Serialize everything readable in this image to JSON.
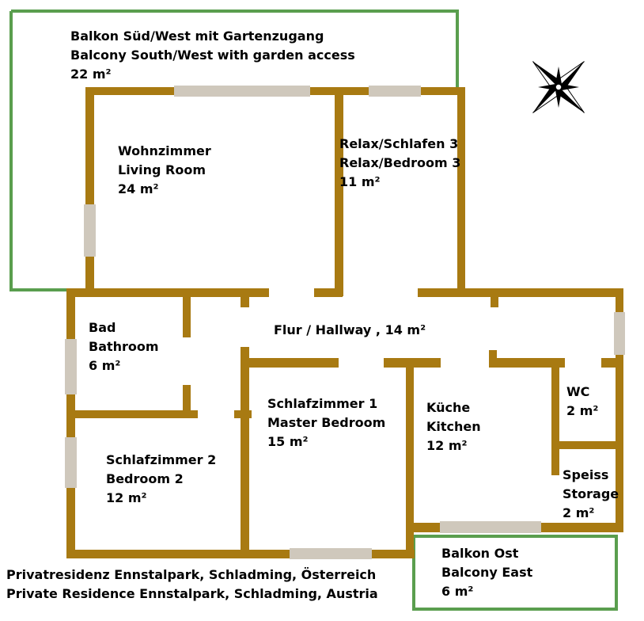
{
  "colors": {
    "wall": "#a87a12",
    "balcony_border": "#5a9e4e",
    "window": "#cfc8bc",
    "text": "#000000"
  },
  "rooms": {
    "balkon_sw": {
      "name_de": "Balkon Süd/West mit Gartenzugang",
      "name_en": "Balcony South/West with garden access",
      "area": "22 m²"
    },
    "wohnzimmer": {
      "name_de": "Wohnzimmer",
      "name_en": "Living Room",
      "area": "24 m²"
    },
    "relax": {
      "name_de": "Relax/Schlafen 3",
      "name_en": "Relax/Bedroom 3",
      "area": "11 m²"
    },
    "bad": {
      "name_de": "Bad",
      "name_en": "Bathroom",
      "area": "6 m²"
    },
    "flur": {
      "name": "Flur / Hallway , 14 m²"
    },
    "schlafzimmer1": {
      "name_de": "Schlafzimmer 1",
      "name_en": "Master Bedroom",
      "area": "15 m²"
    },
    "kueche": {
      "name_de": "Küche",
      "name_en": "Kitchen",
      "area": "12 m²"
    },
    "wc": {
      "name": "WC",
      "area": "2 m²"
    },
    "speiss": {
      "name_de": "Speiss",
      "name_en": "Storage",
      "area": "2 m²"
    },
    "schlafzimmer2": {
      "name_de": "Schlafzimmer 2",
      "name_en": "Bedroom 2",
      "area": "12 m²"
    },
    "balkon_ost": {
      "name_de": "Balkon Ost",
      "name_en": "Balcony East",
      "area": "6 m²"
    }
  },
  "footer": {
    "line_de": "Privatresidenz Ennstalpark, Schladming, Österreich",
    "line_en": "Private Residence Ennstalpark, Schladming, Austria"
  },
  "compass": {
    "icon": "compass-rose-icon"
  }
}
